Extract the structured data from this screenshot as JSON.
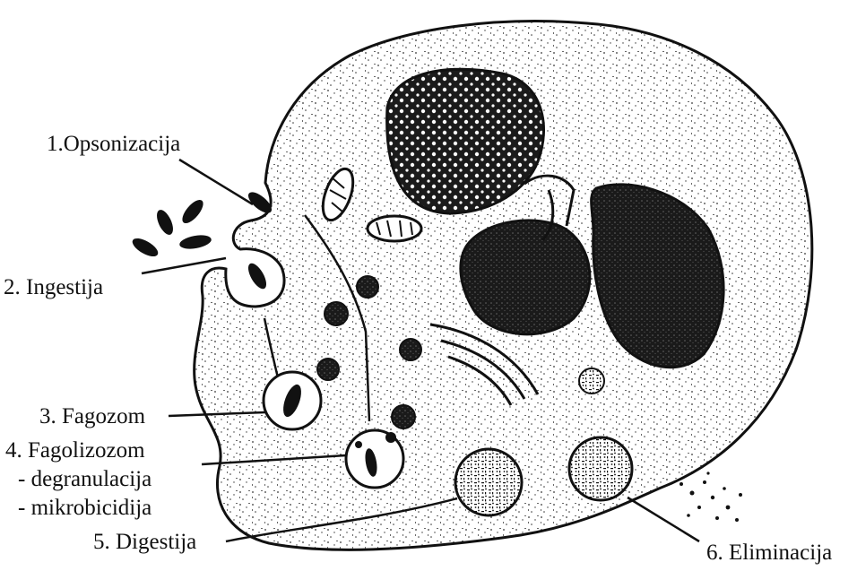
{
  "labels": {
    "opsonization": "1.Opsonizacija",
    "ingestion": "2. Ingestija",
    "phagosome": "3. Fagozom",
    "phagolysosome": "4. Fagolizozom",
    "degranulation": "- degranulacija",
    "microbicidy": "- mikrobicidija",
    "digestion": "5. Digestija",
    "elimination": "6. Eliminacija"
  },
  "colors": {
    "ink": "#111111",
    "paper": "#ffffff",
    "stipple": "#2a2a2a"
  }
}
